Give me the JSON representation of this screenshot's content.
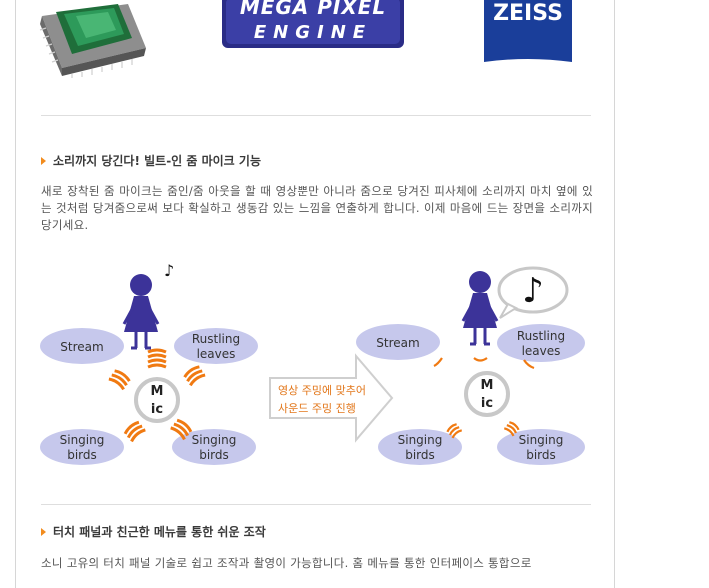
{
  "logos": {
    "megapixel_line1": "MEGA PIXEL",
    "megapixel_line2": "ENGINE",
    "zeiss": "ZEISS"
  },
  "section1": {
    "title": "소리까지 당긴다! 빌트-인 줌 마이크 기능",
    "paragraph": "새로 장착된 줌 마이크는 줌인/줌 아웃을 할 때 영상뿐만 아니라 줌으로 당겨진 피사체에 소리까지 마치 옆에 있는 것처럼 당겨줌으로써 보다 확실하고 생동감 있는 느낌을 연출하게 합니다. 이제 마음에 드는 장면을 소리까지 당기세요."
  },
  "diagram": {
    "left": {
      "stream": "Stream",
      "rustling_line1": "Rustling",
      "rustling_line2": "leaves",
      "mic_line1": "M",
      "mic_line2": "ic",
      "singing1_line1": "Singing",
      "singing1_line2": "birds",
      "singing2_line1": "Singing",
      "singing2_line2": "birds",
      "note": "♪"
    },
    "arrow": {
      "line1": "영상 주밍에 맞추어",
      "line2": "사운드 주밍 진행"
    },
    "right": {
      "stream": "Stream",
      "rustling_line1": "Rustling",
      "rustling_line2": "leaves",
      "mic_line1": "M",
      "mic_line2": "ic",
      "singing1_line1": "Singing",
      "singing1_line2": "birds",
      "singing2_line1": "Singing",
      "singing2_line2": "birds",
      "note": "♪"
    },
    "colors": {
      "bubble": "#c6c8ec",
      "figure": "#3c3399",
      "wave": "#f07a12",
      "mic_ring": "#c8c8c8"
    }
  },
  "section2": {
    "title": "터치 패널과 친근한 메뉴를 통한 쉬운 조작",
    "paragraph": "소니 고유의 터치 패널 기술로 쉽고 조작과 촬영이 가능합니다. 홈 메뉴를 통한 인터페이스 통합으로"
  }
}
